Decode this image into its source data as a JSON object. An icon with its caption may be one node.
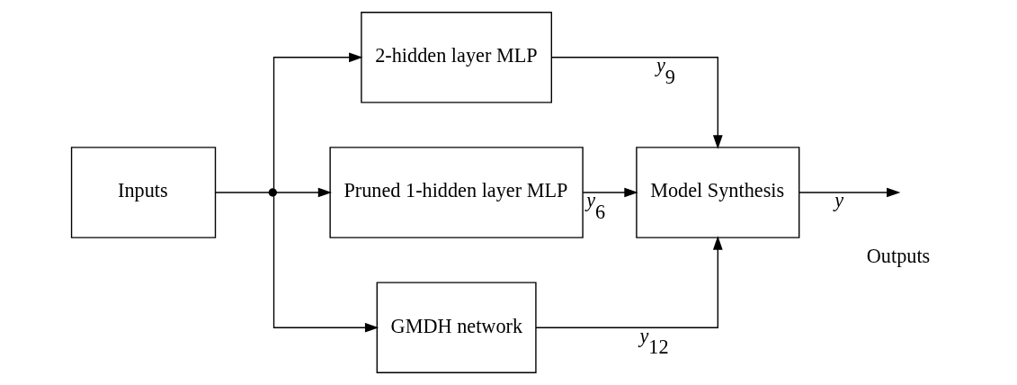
{
  "diagram": {
    "nodes": [
      {
        "text": [
          "Inputs"
        ]
      },
      {
        "text": [],
        "shape": "circle"
      },
      {
        "text": [
          "2-hidden layer MLP"
        ]
      },
      {
        "text": [
          "Pruned 1-hidden layer MLP"
        ]
      },
      {
        "text": [
          "GMDH network"
        ]
      },
      {
        "text": [
          "Model Synthesis"
        ]
      }
    ],
    "edges": [
      {
        "from": 0,
        "to": 1,
        "arrow": "none"
      },
      {
        "from": 1,
        "to": 2,
        "arrow": "to"
      },
      {
        "from": 1,
        "to": 3,
        "arrow": "to"
      },
      {
        "from": 1,
        "to": 4,
        "arrow": "to"
      },
      {
        "from": 2,
        "to": 5,
        "arrow": "to",
        "label": "*y*$_{9}$"
      },
      {
        "from": 3,
        "to": 5,
        "arrow": "to",
        "label": "*y*$_{6}$"
      },
      {
        "from": 4,
        "to": 5,
        "arrow": "to",
        "label": "*y*$_{12}$"
      },
      {
        "from": 5,
        "to": null,
        "arrow": "to",
        "label": "*y*"
      }
    ],
    "labels": [
      "Outputs"
    ]
  }
}
